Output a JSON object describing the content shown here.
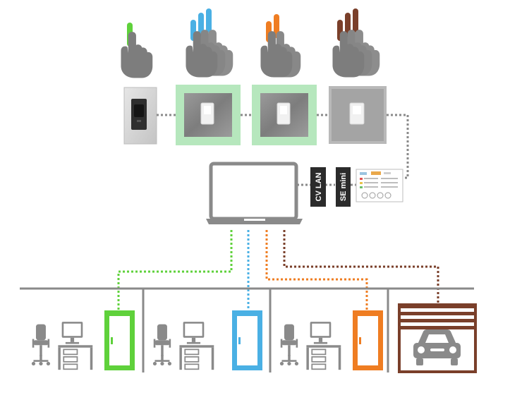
{
  "colors": {
    "green": "#5fd13b",
    "blue": "#4ab0e4",
    "orange": "#ef7d22",
    "brown": "#7a3f2a",
    "gray": "#8a8a8a",
    "hand": "#7d7d7d",
    "frame_green": "#b6e7bd",
    "frame_gray": "#cfcfcf",
    "module_dark": "#2b2b2b"
  },
  "users": [
    {
      "name": "user-1",
      "finger_count": 1,
      "color": "green",
      "icon": "hand-one-finger-icon"
    },
    {
      "name": "user-2",
      "finger_count": 3,
      "color": "blue",
      "icon": "hand-three-fingers-icon"
    },
    {
      "name": "user-3",
      "finger_count": 2,
      "color": "orange",
      "icon": "hand-two-fingers-icon"
    },
    {
      "name": "user-4",
      "finger_count": 3,
      "color": "brown",
      "icon": "hand-three-fingers-icon"
    }
  ],
  "devices": [
    {
      "name": "fingerprint-scanner",
      "icon": "fingerprint-reader-icon"
    },
    {
      "name": "switch-green-1",
      "icon": "rocker-switch-icon"
    },
    {
      "name": "switch-green-2",
      "icon": "rocker-switch-icon"
    },
    {
      "name": "switch-gray",
      "icon": "rocker-switch-icon"
    }
  ],
  "modules": [
    {
      "label": "CV LAN"
    },
    {
      "label": "SE mini"
    }
  ],
  "computer": {
    "icon": "laptop-icon"
  },
  "rooms": [
    {
      "name": "office-1",
      "door_color": "green",
      "icon": "desk-workstation-icon"
    },
    {
      "name": "office-2",
      "door_color": "blue",
      "icon": "desk-workstation-icon"
    },
    {
      "name": "office-3",
      "door_color": "orange",
      "icon": "desk-workstation-icon"
    },
    {
      "name": "garage",
      "door_color": "brown",
      "icon": "car-icon"
    }
  ]
}
